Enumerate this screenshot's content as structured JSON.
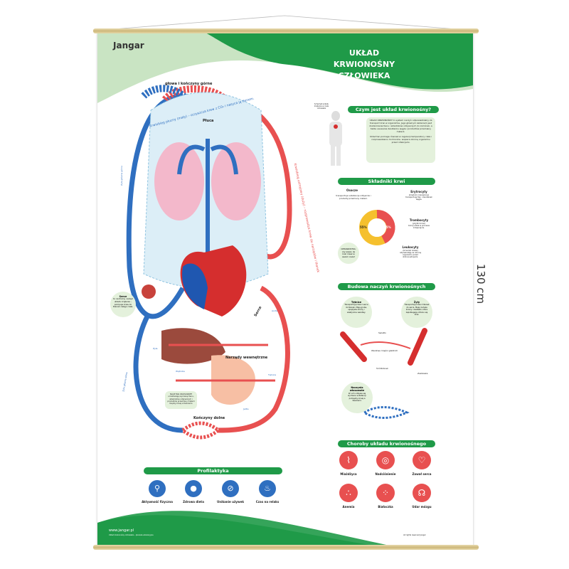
{
  "header": {
    "logo": "Jangar",
    "title_line1": "UKŁAD KRWIONOŚNY",
    "title_line2": "CZŁOWIEKA"
  },
  "dimension": "130 cm",
  "diagram": {
    "top": "głowa i kończyny górne",
    "pulmonary": "Krwiobieg płucny (mały) – oczyszcza krew z CO₂ i nasyca ją tlenem.",
    "systemic": "Krwiobieg ustrojowy (duży) – rozprowadza krew do narządów i tkanek",
    "lungs": "Płuca",
    "heart": "Serce",
    "organs": "Narządy wewnętrzne",
    "legs": "Kończyny dolne",
    "vena_top": "Żyła główna górna",
    "vena_bottom": "Żyła główna dolna",
    "aorta": "Aorta",
    "heart_box_title": "Serce",
    "heart_box_text": "to centralny narząd układu krążenia – pompuje krew do tkanek całego ciała.",
    "capillary_note": "NACZYNIA WŁOSOWATE umożliwiają wymianę tlenu, składników odżywczych i produktów przemiany materii między krwią a tkankami.",
    "vein": "Żyła",
    "liver_v": "Wątroba",
    "intestine": "Jelita",
    "artery": "Tętnica"
  },
  "what_is": {
    "title": "Czym jest układ krwionośny?",
    "figure_note": "Schemat układu krążenia w ciele człowieka",
    "text1": "UKŁAD KRWIONOŚNY to system naczyń odpowiedzialny za transport krwi w organizmie. Jego głównym zadaniem jest dostarczanie tlenu i składników odżywczych do komórek, a także usuwanie dwutlenku węgla i produktów przemiany materii.",
    "text2": "Układ ten pomaga również w regulacji temperatury ciała i rozprowadzaniu hormonów, wspiera obronę organizmu przed infekcjami."
  },
  "blood": {
    "title": "Składniki krwi",
    "plasma": "Osocze",
    "plasma_text": "transportuje substancje odżywcze i produkty przemiany materii.",
    "plasma_pct": "55%",
    "cells_pct": "45%",
    "plasma_value": 55,
    "cells_value": 45,
    "ery": "Erytrocyty",
    "ery_sub": "(krwinki czerwone)",
    "ery_text": "transportują tlen i dwutlenek węgla.",
    "thr": "Trombocyty",
    "thr_sub": "(płytki krwi)",
    "thr_text": "biorą udział w procesie krzepnięcia.",
    "leu": "Leukocyty",
    "leu_sub": "(krwinki białe)",
    "leu_text": "odpowiadają za obronę organizmu przed drobnoustrojami.",
    "fact": "CIEKAWOSTKA: czy wiesz, ile krwi masz w swoim ciele?"
  },
  "vessels": {
    "title": "Budowa naczyń krwionośnych",
    "arteries": "Tętnice",
    "arteries_text": "Transportują krew z serca do tkanek. Mają grube, sprężyste ściany i elastyczne warstwy.",
    "veins": "Żyły",
    "veins_text": "Transportują krew z tkanek do serca. Mają cieńsze ściany i zastawki, które zapobiegają cofaniu się krwi.",
    "l1": "Śródbłonek",
    "l2": "Warstwa mięśni gładkich",
    "l3": "Światło",
    "l4": "Zastawka",
    "cap": "Naczynia włosowate",
    "cap_text": "W nich odbywa się wymiana substancji pomiędzy krwią a tkankami."
  },
  "diseases": {
    "title": "Choroby układu krwionośnego",
    "items": [
      {
        "label": "Miażdżyca",
        "icon": "artery-icon"
      },
      {
        "label": "Nadciśnienie",
        "icon": "pressure-icon"
      },
      {
        "label": "Zawał serca",
        "icon": "heart-attack-icon"
      },
      {
        "label": "Anemia",
        "icon": "blood-cells-icon"
      },
      {
        "label": "Białaczka",
        "icon": "leukemia-icon"
      },
      {
        "label": "Udar mózgu",
        "icon": "brain-icon"
      }
    ]
  },
  "prevention": {
    "title": "Profilaktyka",
    "items": [
      {
        "label": "Aktywność fizyczna",
        "icon": "bike-icon"
      },
      {
        "label": "Zdrowa dieta",
        "icon": "apple-icon"
      },
      {
        "label": "Unikanie używek",
        "icon": "no-alcohol-icon"
      },
      {
        "label": "Czas na relaks",
        "icon": "bath-icon"
      }
    ]
  },
  "footer": {
    "url": "www.jangar.pl",
    "small": "Układ krwionośny człowieka – plansza edukacyjna",
    "copyright": "All rights reserved Jangar"
  },
  "colors": {
    "green": "#1f9a48",
    "red": "#e85050",
    "blue": "#2f6fc0",
    "wood": "#d9c68e"
  }
}
